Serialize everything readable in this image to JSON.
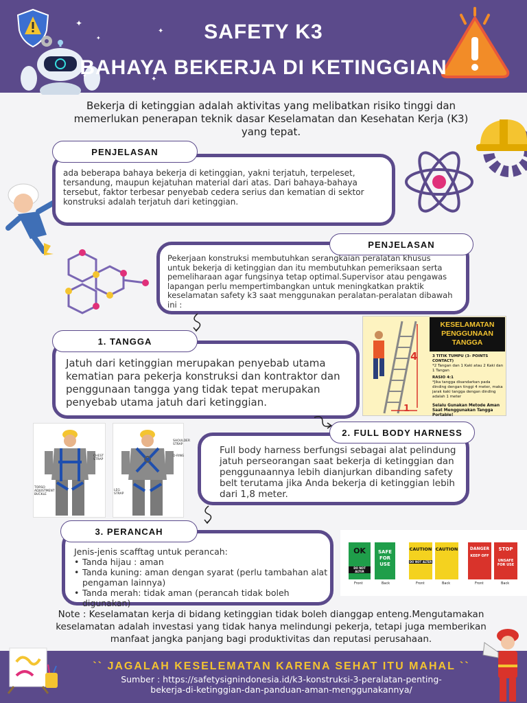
{
  "header": {
    "title_line1": "SAFETY K3",
    "title_line2": "BAHAYA BEKERJA DI KETINGGIAN"
  },
  "intro": "Bekerja di ketinggian adalah aktivitas yang melibatkan risiko tinggi dan memerlukan penerapan teknik dasar Keselamatan dan Kesehatan Kerja (K3) yang tepat.",
  "section1": {
    "label": "PENJELASAN",
    "text": "ada beberapa bahaya bekerja di ketinggian, yakni terjatuh, terpeleset, tersandung, maupun kejatuhan material dari atas. Dari bahaya-bahaya tersebut, faktor terbesar penyebab cedera serius dan kematian di sektor konstruksi adalah terjatuh dari ketinggian."
  },
  "section2": {
    "label": "PENJELASAN",
    "text": "Pekerjaan konstruksi membutuhkan serangkaian peralatan khusus untuk bekerja di ketinggian dan itu membutuhkan pemeriksaan serta pemeliharaan agar fungsinya tetap optimal.Supervisor atau pengawas lapangan perlu mempertimbangkan untuk meningkatkan praktik keselamatan safety k3 saat menggunakan peralatan-peralatan dibawah ini :"
  },
  "tangga": {
    "label": "1. TANGGA",
    "text": "Jatuh dari ketinggian merupakan penyebab utama kematian para pekerja konstruksi dan kontraktor dan penggunaan tangga yang tidak tepat merupakan penyebab utama jatuh dari ketinggian."
  },
  "ladder_poster": {
    "title": "KESELAMATAN PENGGUNAAN TANGGA",
    "contact_title": "3 TITIK TUMPU (3- POINTS CONTACT)",
    "contact_text": "*2 Tangan dan 1 Kaki atau 2 Kaki dan 1 Tangan",
    "ratio_title": "RASIO 4:1",
    "ratio_text": "*Jika tangga disandarkan pada dinding dengan tinggi 4 meter, maka jarak kaki tangga dengan dinding adalah 1 meter",
    "bottom_text": "Selalu Gunakan Metode Aman Saat Menggunakan Tangga Portable!",
    "num_4": "4",
    "num_1": "1"
  },
  "harness": {
    "label": "2. FULL BODY HARNESS",
    "text": "Full body harness berfungsi sebagai alat pelindung jatuh perseorangan saat bekerja di ketinggian dan penggunaannya lebih dianjurkan dibanding safety belt terutama jika Anda bekerja di ketinggian lebih dari 1,8 meter.",
    "label_chest": "CHEST STRAP",
    "label_torso": "TORSO ADJUSTMENT BUCKLE",
    "label_shoulder": "SHOULDER STRAP",
    "label_dring": "D-RING",
    "label_leg": "LEG STRAP"
  },
  "perancah": {
    "label": "3. PERANCAH",
    "intro": "Jenis-jenis scafftag untuk perancah:",
    "items": [
      "Tanda hijau : aman",
      "Tanda kuning: aman dengan syarat (perlu tambahan alat pengaman lainnya)",
      "Tanda merah: tidak aman (perancah tidak boleh digunakan)"
    ]
  },
  "tags": {
    "green_front": "OK",
    "green_front_sub": "DO NOT ALTER",
    "green_back": "SAFE FOR USE",
    "yellow_front": "CAUTION",
    "yellow_front_sub": "DO NOT ALTER",
    "yellow_back": "CAUTION",
    "red_front": "DANGER",
    "red_front_sub": "KEEP OFF",
    "red_back": "STOP",
    "red_back_sub": "UNSAFE FOR USE",
    "front": "Front",
    "back": "Back"
  },
  "note": "Note : Keselamatan kerja di bidang ketinggian tidak boleh dianggap enteng.Mengutamakan keselamatan adalah investasi yang tidak hanya melindungi pekerja, tetapi juga memberikan manfaat jangka panjang bagi produktivitas dan reputasi perusahaan.",
  "footer": {
    "slogan": "`` JAGALAH KESELEMATAN KARENA SEHAT ITU MAHAL ``",
    "source": "Sumber : https://safetysignindonesia.id/k3-konstruksi-3-peralatan-penting-bekerja-di-ketinggian-dan-panduan-aman-menggunakannya/"
  },
  "colors": {
    "purple": "#5b4a8b",
    "yellow": "#f4c430",
    "green": "#1f9e4a",
    "red": "#d9332b",
    "orange": "#f28c28"
  }
}
